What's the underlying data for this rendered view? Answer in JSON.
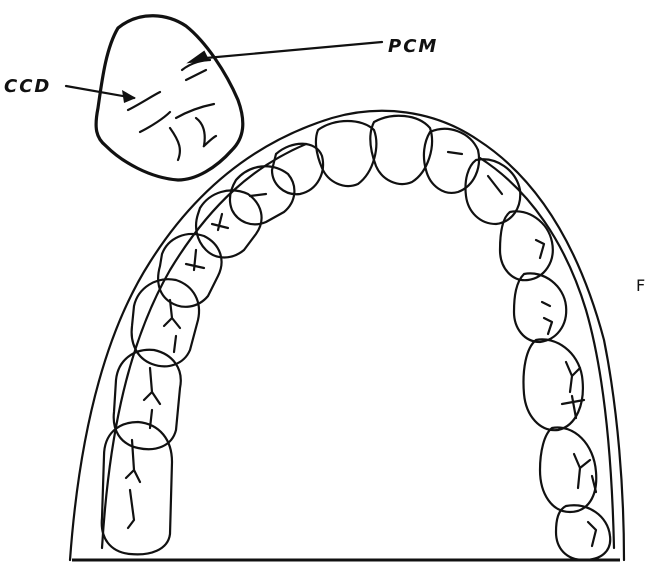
{
  "labels": {
    "ccd": "CCD",
    "pcm": "PCM",
    "f": "F"
  }
}
